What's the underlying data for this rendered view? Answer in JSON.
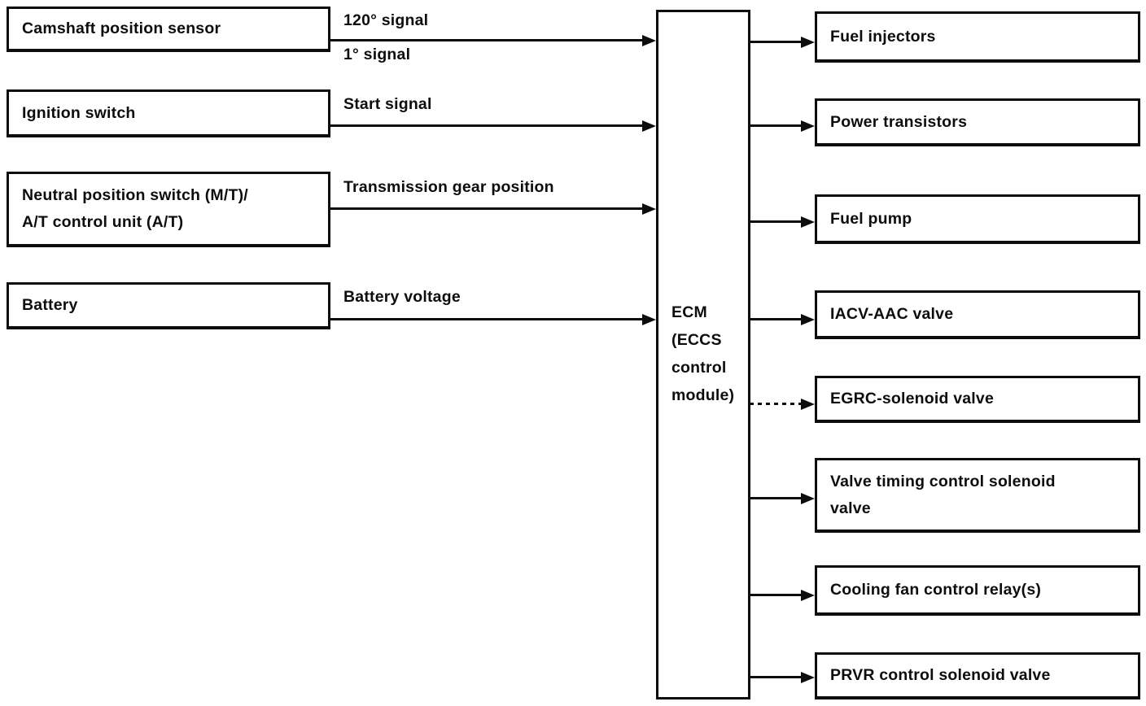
{
  "colors": {
    "ink": "#0d0d0d",
    "paper": "#ffffff"
  },
  "inputs": [
    {
      "label_lines": [
        "Camshaft position sensor"
      ]
    },
    {
      "label_lines": [
        "Ignition switch"
      ]
    },
    {
      "label_lines": [
        "Neutral position switch (M/T)/",
        "A/T control unit (A/T)"
      ]
    },
    {
      "label_lines": [
        "Battery"
      ]
    }
  ],
  "input_signals": [
    {
      "label": "120° signal"
    },
    {
      "label": "1° signal"
    },
    {
      "label": "Start signal"
    },
    {
      "label": "Transmission gear position"
    },
    {
      "label": "Battery voltage"
    }
  ],
  "ecm": {
    "label_lines": [
      "ECM",
      "(ECCS",
      "control",
      "module)"
    ]
  },
  "outputs": [
    {
      "label_lines": [
        "Fuel injectors"
      ],
      "line_style": "solid"
    },
    {
      "label_lines": [
        "Power transistors"
      ],
      "line_style": "solid"
    },
    {
      "label_lines": [
        "Fuel pump"
      ],
      "line_style": "solid"
    },
    {
      "label_lines": [
        "IACV-AAC valve"
      ],
      "line_style": "solid"
    },
    {
      "label_lines": [
        "EGRC-solenoid valve"
      ],
      "line_style": "dashed"
    },
    {
      "label_lines": [
        "Valve timing control solenoid",
        "valve"
      ],
      "line_style": "solid"
    },
    {
      "label_lines": [
        "Cooling fan control relay(s)"
      ],
      "line_style": "solid"
    },
    {
      "label_lines": [
        "PRVR control solenoid valve"
      ],
      "line_style": "solid"
    }
  ]
}
